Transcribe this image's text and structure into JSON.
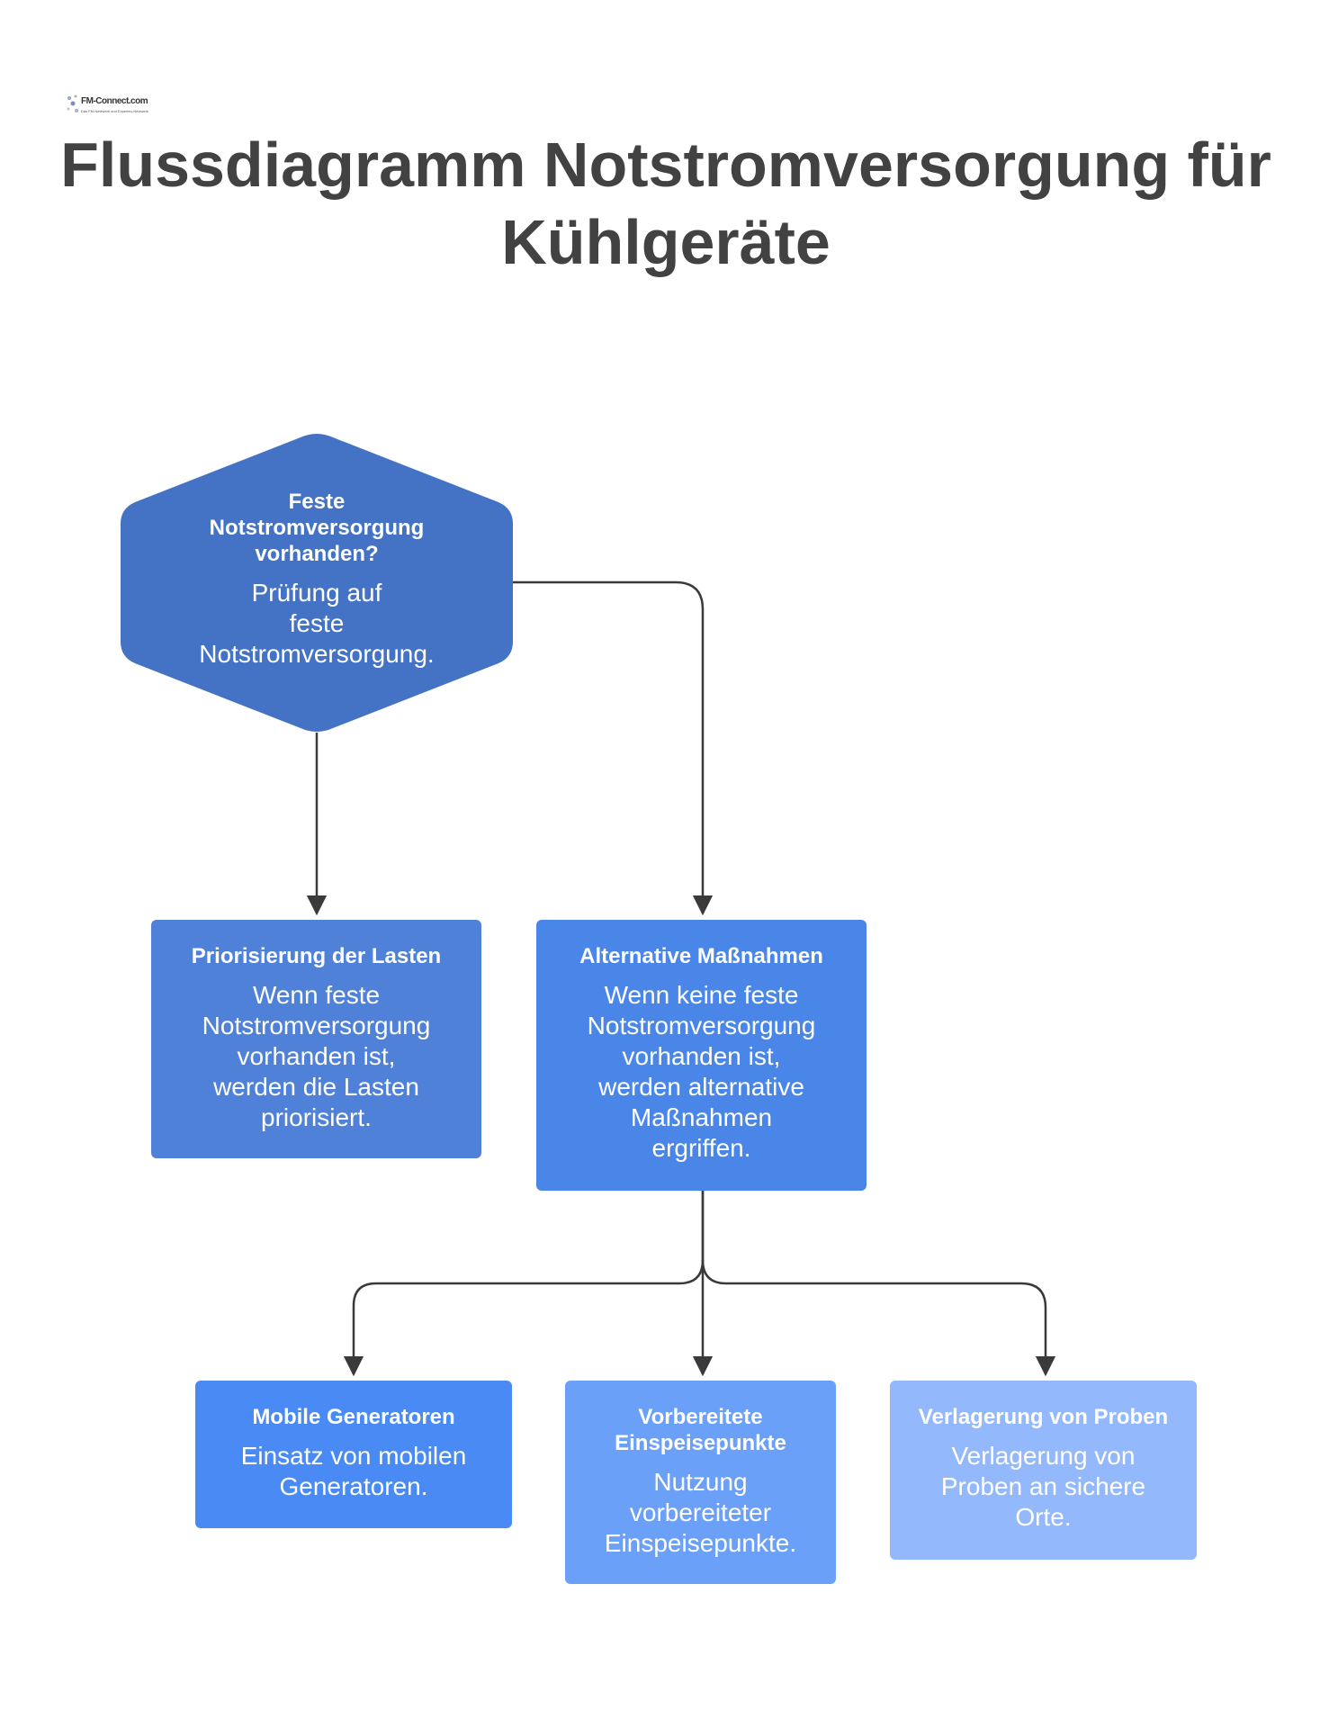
{
  "logo": {
    "text": "FM-Connect.com",
    "tagline": "Das FM-Netzwerk und Experten-Netzwerk"
  },
  "title": {
    "line1": "Flussdiagramm Notstromversorgung für",
    "line2": "Kühlgeräte"
  },
  "colors": {
    "hexagon": "#4472C4",
    "priorisierung": "#4F81D9",
    "alternative": "#4A86E8",
    "mobile": "#4A8AF4",
    "vorbereitete": "#6AA0F8",
    "verlagerung": "#94B8FC",
    "connector": "#3a3a3a"
  },
  "nodes": {
    "decision": {
      "title": "Feste Notstromversorgung vorhanden?",
      "title_lines": [
        "Feste",
        "Notstromversorgung",
        "vorhanden?"
      ],
      "body_lines": [
        "Prüfung auf",
        "feste",
        "Notstromversorgung."
      ]
    },
    "priorisierung": {
      "title": "Priorisierung der Lasten",
      "body_lines": [
        "Wenn feste",
        "Notstromversorgung",
        "vorhanden ist,",
        "werden die Lasten",
        "priorisiert."
      ]
    },
    "alternative": {
      "title": "Alternative Maßnahmen",
      "body_lines": [
        "Wenn keine feste",
        "Notstromversorgung",
        "vorhanden ist,",
        "werden alternative",
        "Maßnahmen",
        "ergriffen."
      ]
    },
    "mobile": {
      "title": "Mobile Generatoren",
      "body_lines": [
        "Einsatz von mobilen",
        "Generatoren."
      ]
    },
    "vorbereitete": {
      "title_lines": [
        "Vorbereitete",
        "Einspeisepunkte"
      ],
      "body_lines": [
        "Nutzung",
        "vorbereiteter",
        "Einspeisepunkte."
      ]
    },
    "verlagerung": {
      "title": "Verlagerung von Proben",
      "body_lines": [
        "Verlagerung von",
        "Proben an sichere",
        "Orte."
      ]
    }
  }
}
